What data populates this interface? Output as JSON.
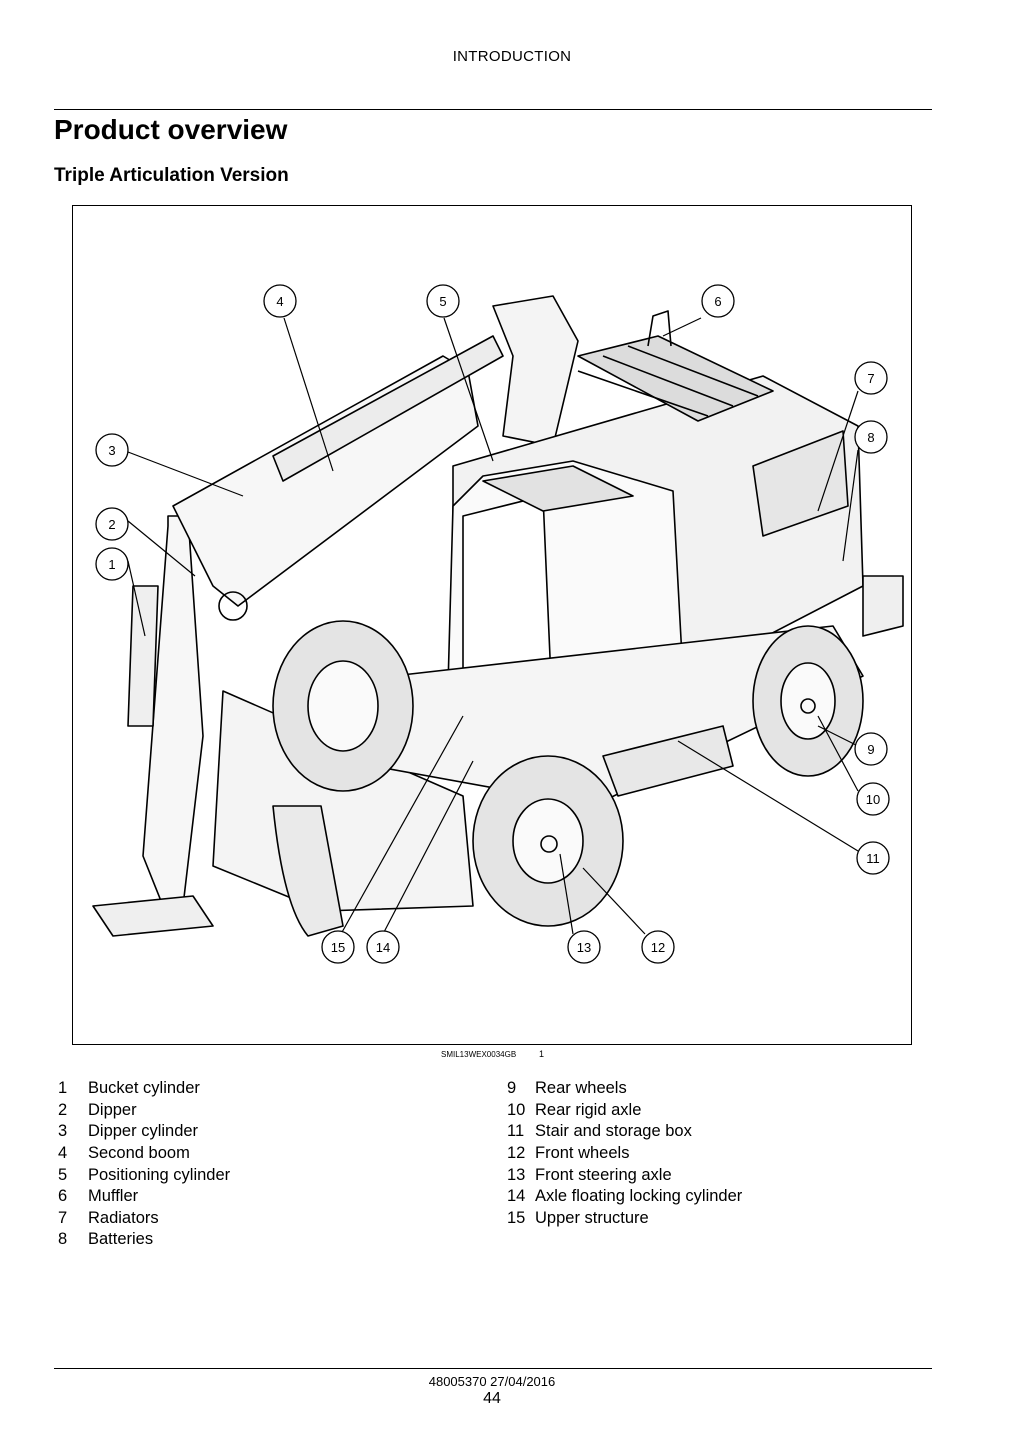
{
  "header": {
    "section": "INTRODUCTION"
  },
  "page": {
    "title": "Product overview",
    "subtitle": "Triple Articulation Version"
  },
  "figure": {
    "caption_code": "SMIL13WEX0034GB",
    "figure_number": "1",
    "callouts": [
      "1",
      "2",
      "3",
      "4",
      "5",
      "6",
      "7",
      "8",
      "9",
      "10",
      "11",
      "12",
      "13",
      "14",
      "15"
    ]
  },
  "legend": {
    "left": [
      {
        "num": "1",
        "label": "Bucket cylinder"
      },
      {
        "num": "2",
        "label": "Dipper"
      },
      {
        "num": "3",
        "label": "Dipper cylinder"
      },
      {
        "num": "4",
        "label": "Second boom"
      },
      {
        "num": "5",
        "label": "Positioning cylinder"
      },
      {
        "num": "6",
        "label": "Muffler"
      },
      {
        "num": "7",
        "label": "Radiators"
      },
      {
        "num": "8",
        "label": "Batteries"
      }
    ],
    "right": [
      {
        "num": "9",
        "label": "Rear wheels"
      },
      {
        "num": "10",
        "label": "Rear rigid axle"
      },
      {
        "num": "11",
        "label": "Stair and storage box"
      },
      {
        "num": "12",
        "label": "Front wheels"
      },
      {
        "num": "13",
        "label": "Front steering axle"
      },
      {
        "num": "14",
        "label": "Axle floating locking cylinder"
      },
      {
        "num": "15",
        "label": "Upper structure"
      }
    ]
  },
  "footer": {
    "doc_ref": "48005370 27/04/2016",
    "page_number": "44"
  }
}
